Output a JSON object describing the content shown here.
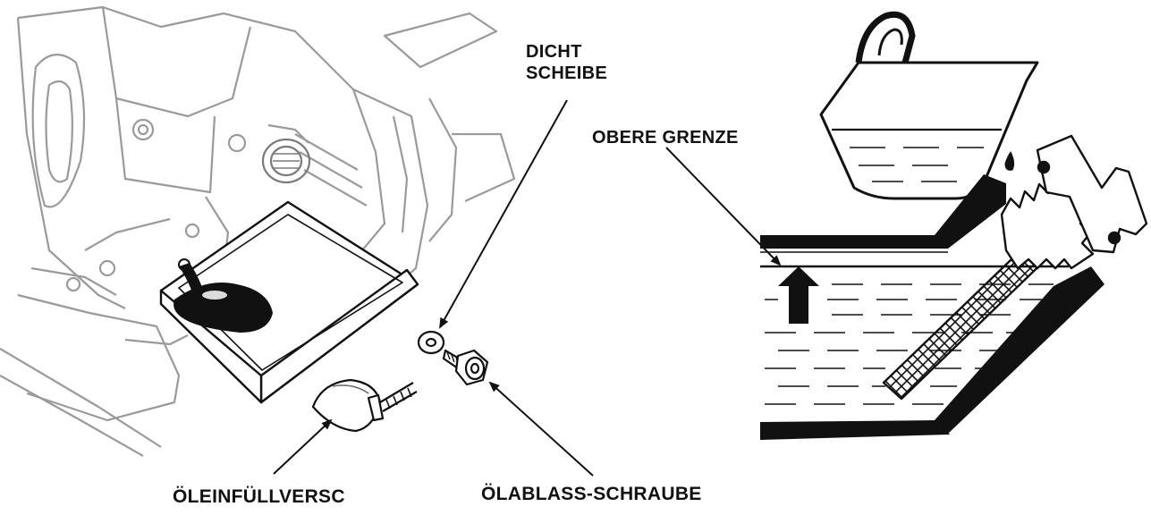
{
  "labels": {
    "sealing_washer": {
      "line1": "DICHT",
      "line2": "SCHEIBE"
    },
    "upper_limit": "OBERE GRENZE",
    "oil_filler_cap": "ÖLEINFÜLLVERSC",
    "drain_bolt": "ÖLABLASS-SCHRAUBE"
  },
  "colors": {
    "ink": "#111111",
    "light_line": "#9a9a9a",
    "background": "#ffffff"
  }
}
